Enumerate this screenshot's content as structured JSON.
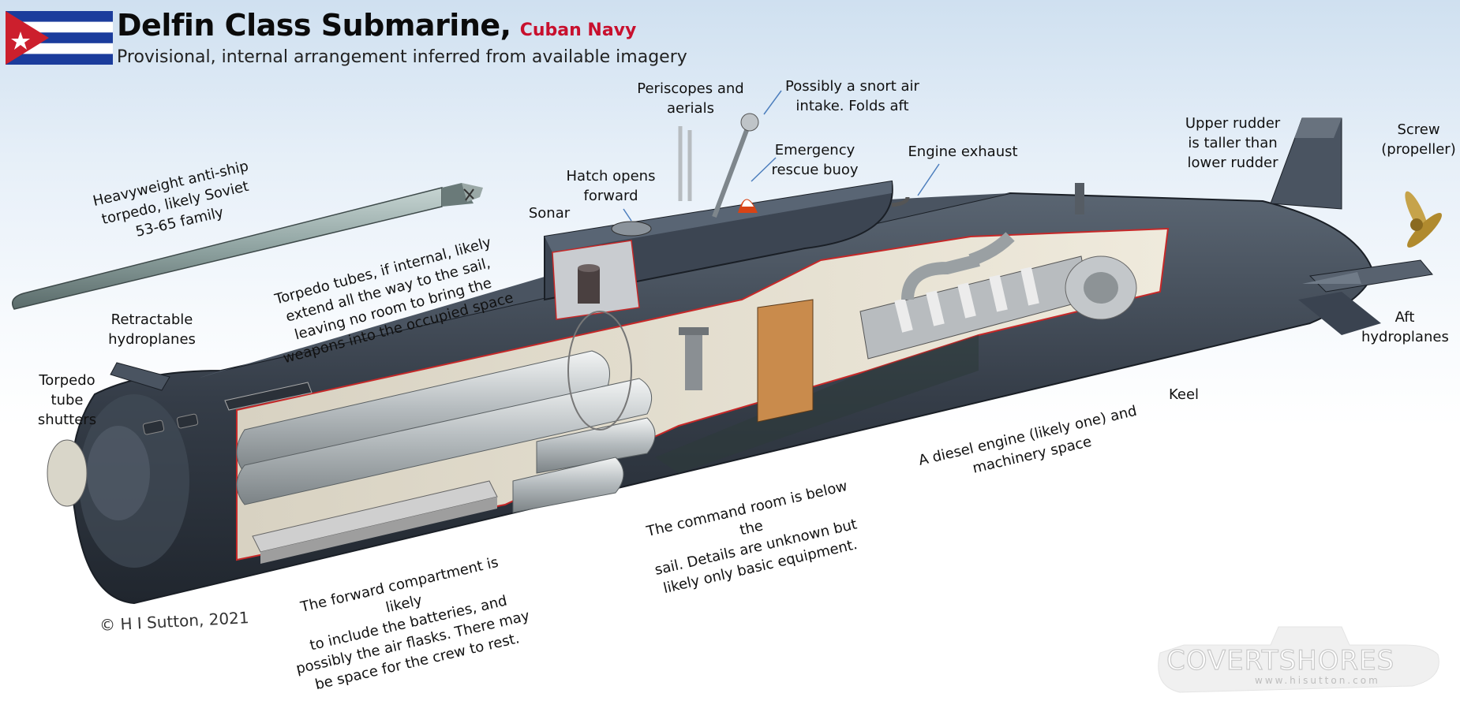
{
  "header": {
    "title": "Delfin Class Submarine,",
    "navy": "Cuban Navy",
    "subtitle": "Provisional, internal arrangement inferred from available imagery"
  },
  "labels": {
    "torpedo": [
      "Heavyweight anti-ship",
      "torpedo, likely Soviet",
      "53-65 family"
    ],
    "periscopes": [
      "Periscopes and",
      "aerials"
    ],
    "snort": [
      "Possibly a snort air",
      "intake. Folds aft"
    ],
    "rescue_buoy": [
      "Emergency",
      "rescue buoy"
    ],
    "engine_exhaust": "Engine exhaust",
    "hatch": [
      "Hatch opens",
      "forward"
    ],
    "sonar": "Sonar",
    "torpedo_tubes": [
      "Torpedo tubes, if internal, likely",
      "extend all the way to the sail,",
      "leaving no room to bring the",
      "weapons into the occupied space"
    ],
    "retractable_hydroplanes": [
      "Retractable",
      "hydroplanes"
    ],
    "shutters": [
      "Torpedo",
      "tube",
      "shutters"
    ],
    "upper_rudder": [
      "Upper rudder",
      "is taller than",
      "lower rudder"
    ],
    "screw": [
      "Screw",
      "(propeller)"
    ],
    "aft_hydroplanes": [
      "Aft",
      "hydroplanes"
    ],
    "keel": "Keel",
    "diesel": [
      "A diesel engine (likely one) and",
      "machinery space"
    ],
    "command_room": [
      "The command room is below the",
      "sail. Details are unknown but",
      "likely only basic equipment."
    ],
    "forward_compartment": [
      "The forward compartment is likely",
      "to include the batteries, and",
      "possibly the air flasks. There may",
      "be space for the crew to rest."
    ]
  },
  "copyright": "© H I Sutton, 2021",
  "watermark": {
    "name": "COVERTSHORES",
    "url": "www.hisutton.com"
  },
  "colors": {
    "flag_blue": "#1b3c9c",
    "flag_red": "#cc1f2d",
    "hull": "#3a4350",
    "accent": "#c8102e"
  }
}
